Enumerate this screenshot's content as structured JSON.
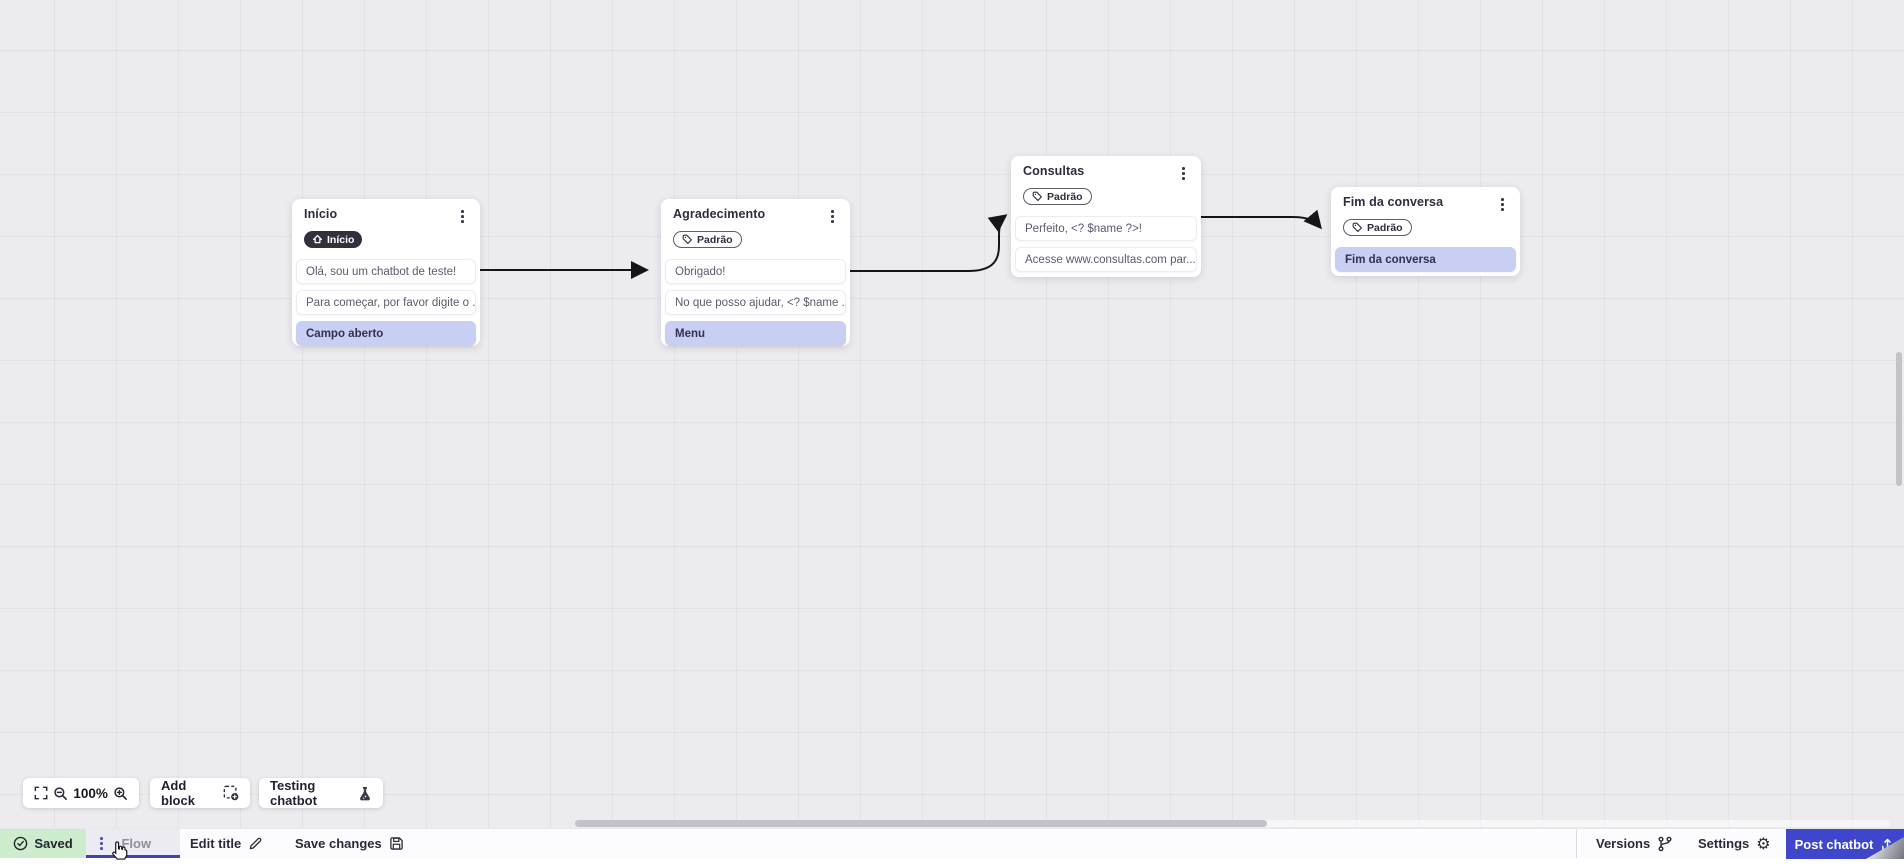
{
  "canvas": {
    "nodes": [
      {
        "title": "Início",
        "badge": {
          "label": "Início",
          "style": "dark",
          "icon": "home-icon"
        },
        "messages": [
          {
            "text": "Olá, sou um chatbot de teste!",
            "highlighted": false
          },
          {
            "text": "Para começar, por favor digite o ...",
            "highlighted": false
          },
          {
            "text": "Campo aberto",
            "highlighted": true
          }
        ]
      },
      {
        "title": "Agradecimento",
        "badge": {
          "label": "Padrão",
          "style": "outline",
          "icon": "tag-icon"
        },
        "messages": [
          {
            "text": "Obrigado!",
            "highlighted": false
          },
          {
            "text": "No que posso ajudar, <? $name ...",
            "highlighted": false
          },
          {
            "text": "Menu",
            "highlighted": true
          }
        ]
      },
      {
        "title": "Consultas",
        "badge": {
          "label": "Padrão",
          "style": "outline",
          "icon": "tag-icon"
        },
        "messages": [
          {
            "text": "Perfeito, <? $name ?>!",
            "highlighted": false
          },
          {
            "text": "Acesse www.consultas.com par...",
            "highlighted": false
          }
        ]
      },
      {
        "title": "Fim da conversa",
        "badge": {
          "label": "Padrão",
          "style": "outline",
          "icon": "tag-icon"
        },
        "messages": [
          {
            "text": "Fim da conversa",
            "highlighted": true
          }
        ]
      }
    ]
  },
  "toolbar": {
    "zoom_level": "100%",
    "add_block": "Add block",
    "testing_chatbot": "Testing chatbot"
  },
  "statusbar": {
    "saved": "Saved",
    "flow_tab": "Flow",
    "edit_title": "Edit title",
    "save_changes": "Save changes",
    "versions": "Versions",
    "settings": "Settings",
    "post_chatbot": "Post chatbot"
  },
  "colors": {
    "accent": "#3e47cb",
    "highlight_block": "#c9cef3",
    "saved_bg": "#cdeccd",
    "badge_dark": "#31313d",
    "connector": "#151515",
    "canvas_bg": "#ecebee"
  }
}
